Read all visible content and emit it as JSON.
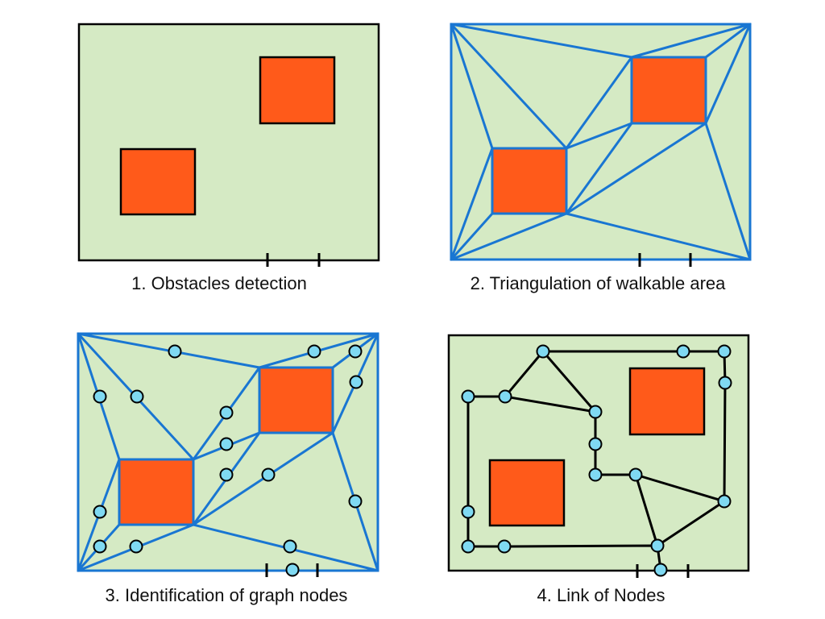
{
  "colors": {
    "background": "#ffffff",
    "walkable_area": "#d5eac4",
    "obstacle": "#ff5a1a",
    "frame_black": "#000000",
    "triangulation_edge": "#1976d2",
    "graph_node": "#7fd9f2",
    "graph_link": "#000000"
  },
  "panels": [
    {
      "id": "obstacles-detection",
      "caption": "1. Obstacles detection"
    },
    {
      "id": "triangulation",
      "caption": "2. Triangulation of walkable area"
    },
    {
      "id": "graph-nodes",
      "caption": "3. Identification of graph nodes"
    },
    {
      "id": "link-nodes",
      "caption": "4. Link of Nodes"
    }
  ]
}
